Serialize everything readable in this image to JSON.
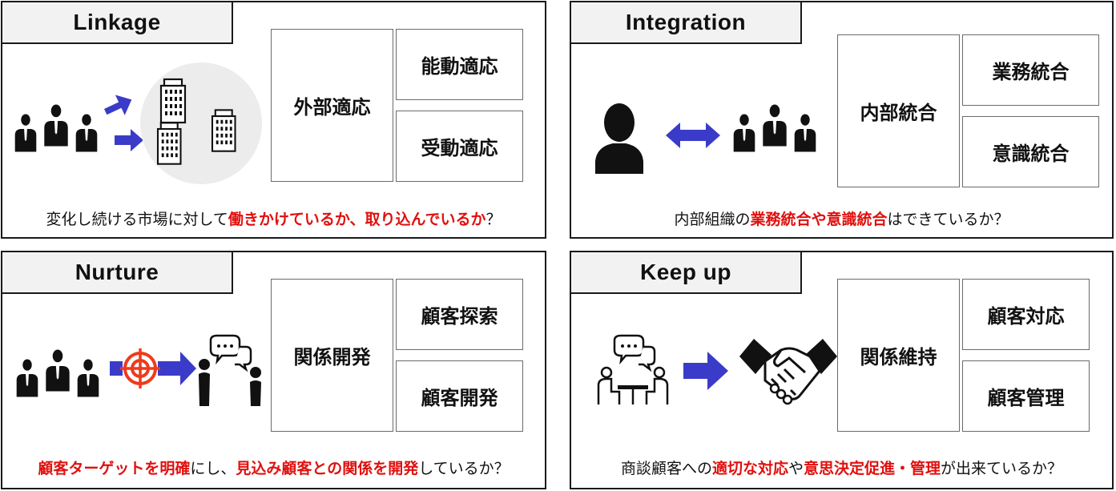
{
  "panels": {
    "linkage": {
      "title": "Linkage",
      "main": "外部適応",
      "sub1": "能動適応",
      "sub2": "受動適応",
      "caption": {
        "pre": "変化し続ける市場に対して",
        "emph": "働きかけているか、取り込んでいるか",
        "post": "？"
      }
    },
    "integration": {
      "title": "Integration",
      "main": "内部統合",
      "sub1": "業務統合",
      "sub2": "意識統合",
      "caption": {
        "pre": "内部組織の",
        "emph": "業務統合や意識統合",
        "post": "はできているか？"
      }
    },
    "nurture": {
      "title": "Nurture",
      "main": "関係開発",
      "sub1": "顧客探索",
      "sub2": "顧客開発",
      "caption": {
        "emph1": "顧客ターゲットを明確",
        "mid": "にし、",
        "emph2": "見込み顧客との関係を開発",
        "post": "しているか？"
      }
    },
    "keepup": {
      "title": "Keep up",
      "main": "関係維持",
      "sub1": "顧客対応",
      "sub2": "顧客管理",
      "caption": {
        "pre": "商談顧客への",
        "emph1": "適切な対応",
        "mid": "や",
        "emph2": "意思決定促進・管理",
        "post": "が出来ているか？"
      }
    }
  },
  "icons": {
    "arrow_color": "#3b3bc9",
    "target_color": "#ee3b1b",
    "emphasis_color": "#e0100e"
  }
}
